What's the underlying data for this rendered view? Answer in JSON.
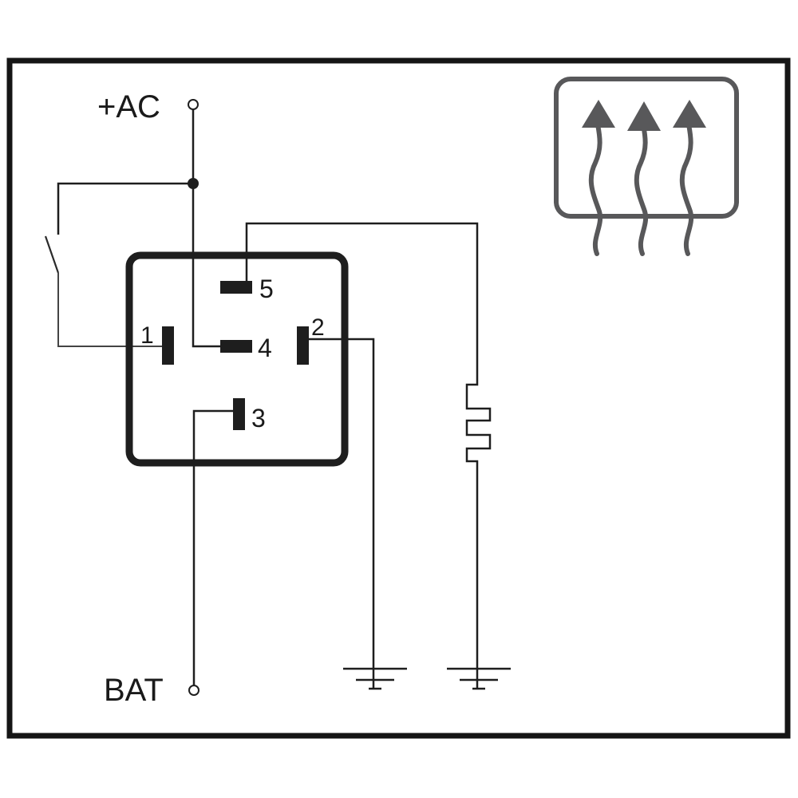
{
  "diagram": {
    "title": "Relay wiring diagram — rear window defroster",
    "terminals": {
      "ac": "+AC",
      "bat": "BAT"
    },
    "pins": {
      "p1": "1",
      "p2": "2",
      "p3": "3",
      "p4": "4",
      "p5": "5"
    },
    "components": {
      "relay": "relay",
      "switch": "switch",
      "heater_element": "heater element",
      "ground_1": "ground",
      "ground_2": "ground",
      "defrost_symbol": "rear-defrost-icon"
    },
    "colors": {
      "line": "#1e1e1e",
      "frame": "#151515",
      "icon": "#58585a",
      "background": "#ffffff"
    }
  }
}
